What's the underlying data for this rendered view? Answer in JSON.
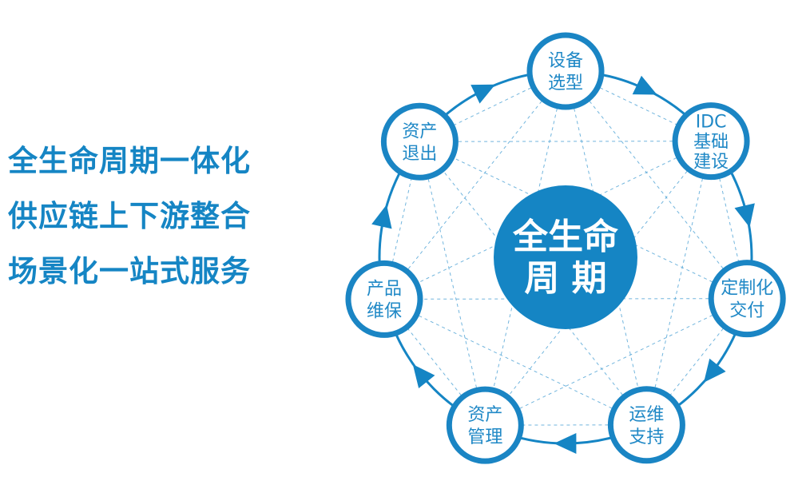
{
  "slogans": [
    "全生命周期一体化",
    "供应链上下游整合",
    "场景化一站式服务"
  ],
  "center": {
    "lines": [
      "全生命",
      "周 期"
    ]
  },
  "nodes": [
    {
      "id": "equipment-selection",
      "lines": [
        "设备",
        "选型"
      ]
    },
    {
      "id": "idc-construction",
      "lines": [
        "IDC",
        "基础",
        "建设"
      ]
    },
    {
      "id": "custom-delivery",
      "lines": [
        "定制化",
        "交付"
      ]
    },
    {
      "id": "operation-support",
      "lines": [
        "运维",
        "支持"
      ]
    },
    {
      "id": "asset-management",
      "lines": [
        "资产",
        "管理"
      ]
    },
    {
      "id": "product-maintenance",
      "lines": [
        "产品",
        "维保"
      ]
    },
    {
      "id": "asset-exit",
      "lines": [
        "资产",
        "退出"
      ]
    }
  ],
  "colors": {
    "primary": "#1585c4",
    "node_border": "#1a85c4",
    "center_fill": "#1585c4",
    "dashed_lines": "#5aa9d8"
  }
}
